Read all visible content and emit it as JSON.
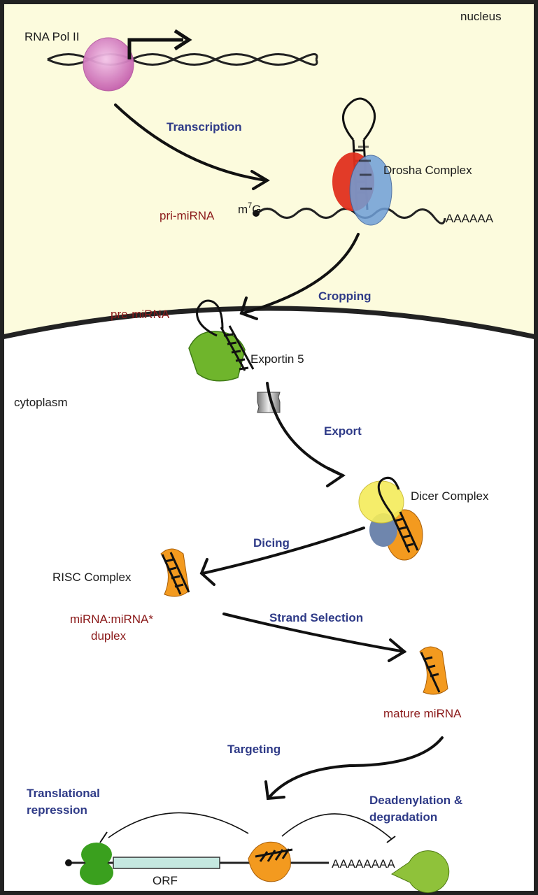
{
  "labels": {
    "nucleus": "nucleus",
    "rna_pol": "RNA Pol II",
    "drosha": "Drosha Complex",
    "pri_mirna": "pri-miRNA",
    "m7g_base": "m",
    "m7g_sup": "7",
    "m7g_tail": "G",
    "polya_1": "AAAAAA",
    "pre_mirna": "pre-miRNA",
    "exportin": "Exportin 5",
    "cytoplasm": "cytoplasm",
    "dicer": "Dicer Complex",
    "risc": "RISC Complex",
    "duplex_1": "miRNA:miRNA*",
    "duplex_2": "duplex",
    "mature": "mature miRNA",
    "orf": "ORF",
    "polya_2": "AAAAAAAA"
  },
  "steps": {
    "transcription": "Transcription",
    "cropping": "Cropping",
    "export": "Export",
    "dicing": "Dicing",
    "strand_selection": "Strand Selection",
    "targeting": "Targeting",
    "translational_1": "Translational",
    "translational_2": "repression",
    "deadenylation_1": "Deadenylation &",
    "deadenylation_2": "degradation"
  },
  "colors": {
    "nucleus_fill": "#fcfbdd",
    "step_text": "#2e3a87",
    "rna_label": "#8b1a1a",
    "pol_fill": "#d77fc4",
    "drosha_red": "#e0301e",
    "drosha_blue": "#6f9fd8",
    "exportin_green": "#6fb52c",
    "dicer_yellow": "#f5ec5a",
    "risc_orange": "#f39a1f",
    "orf_fill": "#c5e8e0"
  }
}
